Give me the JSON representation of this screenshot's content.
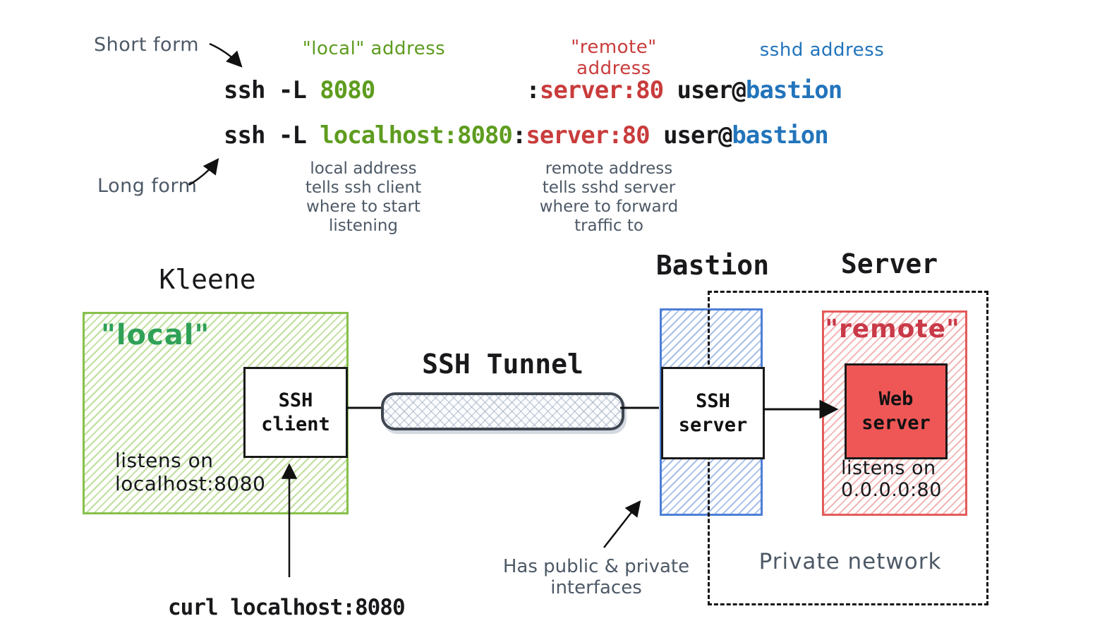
{
  "colors": {
    "cmd_green": "#5e9c1f",
    "cmd_red": "#c93c3c",
    "cmd_blue": "#2274bb",
    "handwriting_gray": "#4d5966",
    "green_box_border": "#86c04a",
    "blue_box_border": "#4d7fd6",
    "red_box_border": "#e45b5b",
    "web_server_fill": "#ef5757",
    "local_label_green": "#2fa157",
    "remote_label_red": "#c93a48"
  },
  "top": {
    "short_form_label": "Short form",
    "long_form_label": "Long form",
    "local_address_label": "\"local\" address",
    "remote_address_label": "\"remote\" address",
    "sshd_address_label": "sshd address",
    "command_short": {
      "prefix": "ssh -L ",
      "local": "8080",
      "gap": "           ",
      "colon": ":",
      "remote": "server:80",
      "user": " user@",
      "host": "bastion"
    },
    "command_long": {
      "prefix": "ssh -L ",
      "local": "localhost:8080",
      "colon": ":",
      "remote": "server:80",
      "user": " user@",
      "host": "bastion"
    },
    "local_note": [
      "local address",
      "tells ssh client",
      "where to start",
      "listening"
    ],
    "remote_note": [
      "remote address",
      "tells sshd server",
      "where to forward",
      "traffic to"
    ]
  },
  "diagram": {
    "kleene_title": "Kleene",
    "bastion_title": "Bastion",
    "server_title": "Server",
    "tunnel_label": "SSH Tunnel",
    "local_box_label": "\"local\"",
    "remote_box_label": "\"remote\"",
    "ssh_client_lines": [
      "SSH",
      "client"
    ],
    "ssh_server_lines": [
      "SSH",
      "server"
    ],
    "web_server_lines": [
      "Web",
      "server"
    ],
    "client_listen_note": [
      "listens on",
      "localhost:8080"
    ],
    "web_listen_note": [
      "listens on",
      "0.0.0.0:80"
    ],
    "private_network_label": "Private network",
    "interfaces_note": [
      "Has public & private",
      "interfaces"
    ],
    "curl_command": "curl localhost:8080"
  }
}
